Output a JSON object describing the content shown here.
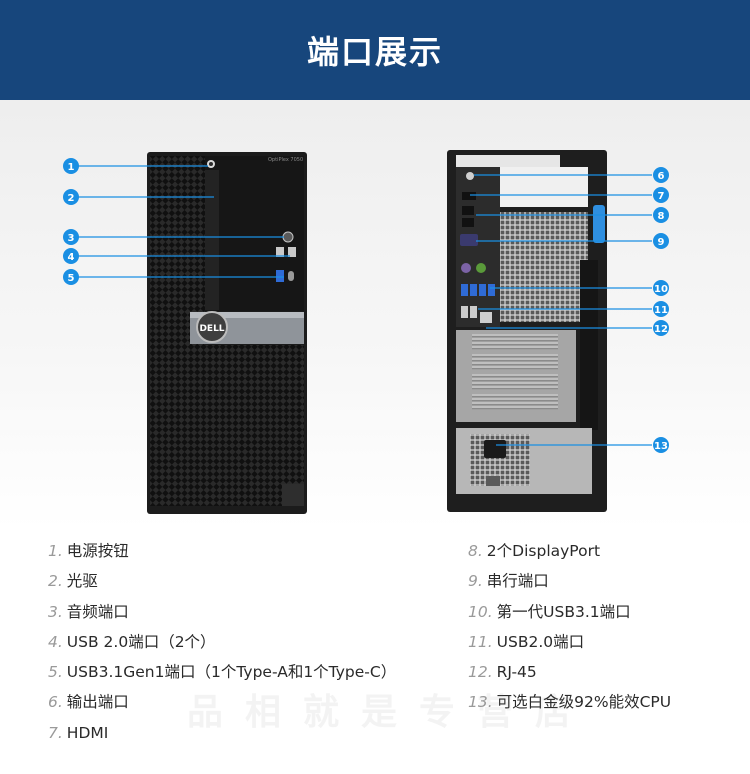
{
  "banner": {
    "title": "端口展示"
  },
  "front_model": "OptiPlex 7050",
  "brand_logo": "DELL",
  "callouts": [
    "1",
    "2",
    "3",
    "4",
    "5",
    "6",
    "7",
    "8",
    "9",
    "10",
    "11",
    "12",
    "13"
  ],
  "specs_left": [
    {
      "num": "1.",
      "label": "电源按钮"
    },
    {
      "num": "2.",
      "label": "光驱"
    },
    {
      "num": "3.",
      "label": "音频端口"
    },
    {
      "num": "4.",
      "label": "USB 2.0端口（2个）"
    },
    {
      "num": "5.",
      "label": "USB3.1Gen1端口（1个Type-A和1个Type-C）"
    },
    {
      "num": "6.",
      "label": "输出端口"
    },
    {
      "num": "7.",
      "label": "HDMI"
    }
  ],
  "specs_right": [
    {
      "num": "8.",
      "label": "2个DisplayPort"
    },
    {
      "num": "9.",
      "label": "串行端口"
    },
    {
      "num": "10.",
      "label": "第一代USB3.1端口"
    },
    {
      "num": "11.",
      "label": "USB2.0端口"
    },
    {
      "num": "12.",
      "label": "RJ-45"
    },
    {
      "num": "13.",
      "label": "可选白金级92%能效CPU"
    }
  ],
  "colors": {
    "banner": "#17467c",
    "callout": "#1a8fe3",
    "chassis": "#1c1c1c"
  },
  "watermark": "品相就是专营店"
}
